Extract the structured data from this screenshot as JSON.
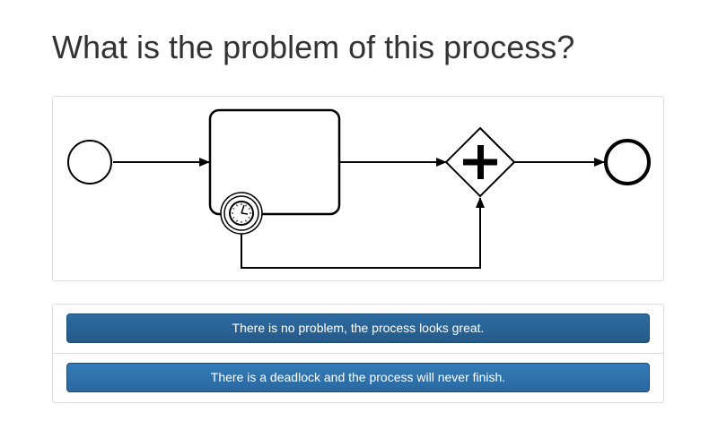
{
  "question": {
    "title": "What is the problem of this process?"
  },
  "diagram": {
    "elements": [
      {
        "type": "start-event"
      },
      {
        "type": "task",
        "label": ""
      },
      {
        "type": "boundary-timer-event",
        "icon": "clock-icon"
      },
      {
        "type": "parallel-gateway",
        "icon": "plus-icon"
      },
      {
        "type": "end-event"
      }
    ]
  },
  "answers": [
    {
      "label": "There is no problem, the process looks great."
    },
    {
      "label": "There is a deadlock and the process will never finish."
    }
  ],
  "colors": {
    "button_primary": "#337ab7",
    "button_border": "#204d74",
    "panel_border": "#dddddd",
    "title_text": "#333333"
  }
}
